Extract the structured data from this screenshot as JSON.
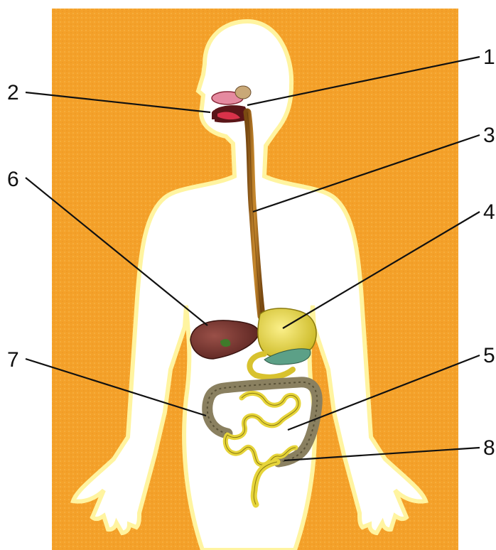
{
  "diagram": {
    "background_color": "#f4a12a",
    "body_color": "#ffffff",
    "labels": [
      {
        "id": "1",
        "text": "1"
      },
      {
        "id": "2",
        "text": "2"
      },
      {
        "id": "3",
        "text": "3"
      },
      {
        "id": "4",
        "text": "4"
      },
      {
        "id": "5",
        "text": "5"
      },
      {
        "id": "6",
        "text": "6"
      },
      {
        "id": "7",
        "text": "7"
      },
      {
        "id": "8",
        "text": "8"
      }
    ]
  }
}
